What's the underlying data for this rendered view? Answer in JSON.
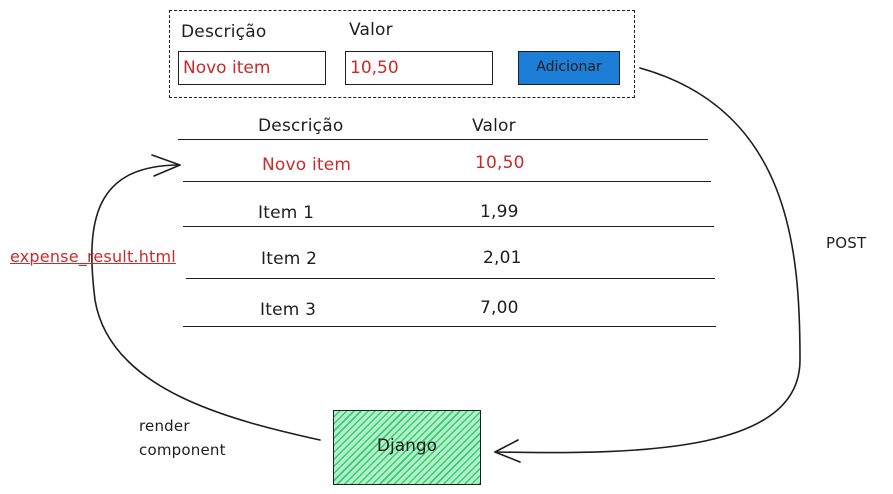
{
  "form": {
    "description_label": "Descrição",
    "value_label": "Valor",
    "description_value": "Novo item",
    "value_value": "10,50",
    "add_button": "Adicionar"
  },
  "table": {
    "headers": [
      "Descrição",
      "Valor"
    ],
    "rows": [
      {
        "description": "Novo item",
        "value": "10,50"
      },
      {
        "description": "Item 1",
        "value": "1,99"
      },
      {
        "description": "Item 2",
        "value": "2,01"
      },
      {
        "description": "Item 3",
        "value": "7,00"
      }
    ]
  },
  "flow": {
    "post_label": "POST",
    "server_label": "Django",
    "render_label_line1": "render",
    "render_label_line2": "component",
    "template_label": "expense_result.html"
  },
  "colors": {
    "highlight": "#c92a2a",
    "button": "#1c7ed6",
    "server_fill": "#b2f2bb",
    "server_hatch": "#12b886"
  }
}
